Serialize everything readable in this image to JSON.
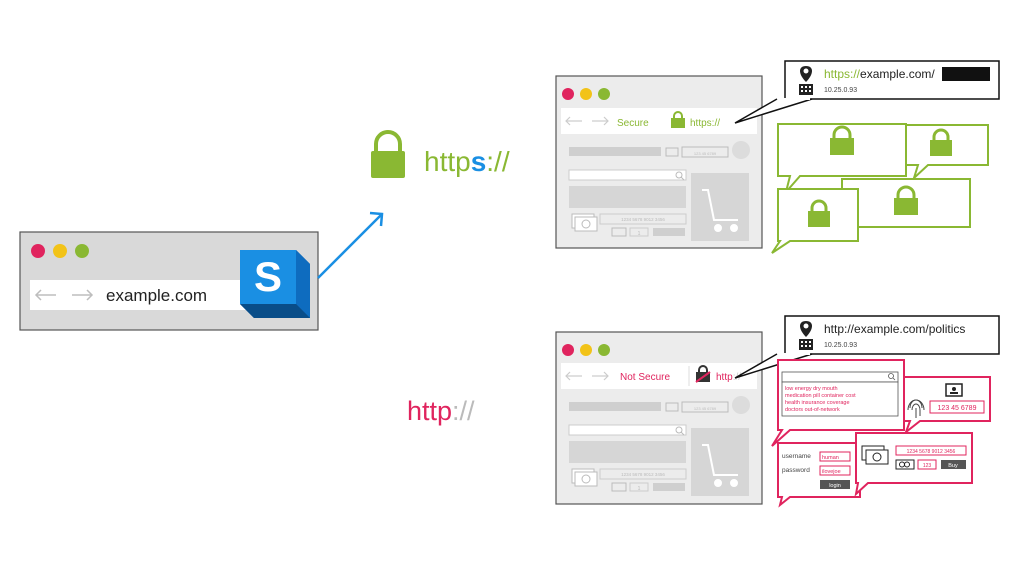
{
  "colors": {
    "green": "#8ab833",
    "red": "#e0245e",
    "blue": "#1a8fe3",
    "gray_frame": "#cfcfcf",
    "dark": "#2b2b2b"
  },
  "left_browser": {
    "url": "example.com",
    "logo_letter": "S",
    "icon_names": [
      "back-arrow-icon",
      "forward-arrow-icon",
      "cube-logo-icon"
    ]
  },
  "https_label": {
    "prefix": "http",
    "s": "s",
    "suffix": "://"
  },
  "http_label": {
    "prefix": "http",
    "suffix": "://"
  },
  "secure_browser": {
    "status": "Secure",
    "scheme": "https://",
    "card_number": "1234 5678 9012 3456",
    "phone": "123 45 6789",
    "qty": "1",
    "icon_names": [
      "lock-icon",
      "cart-icon",
      "money-icon",
      "search-icon"
    ]
  },
  "secure_tooltip": {
    "scheme": "https://",
    "host": "example.com/",
    "ip": "10.25.0.93",
    "icon_names": [
      "location-pin-icon",
      "building-icon"
    ]
  },
  "insecure_browser": {
    "status": "Not Secure",
    "scheme": "http",
    "scheme_tail": "://",
    "card_number": "1234 5678 9012 3456",
    "phone": "123 45 6789",
    "qty": "1",
    "icon_names": [
      "broken-lock-icon",
      "cart-icon",
      "money-icon",
      "search-icon"
    ]
  },
  "insecure_tooltip": {
    "url": "http://example.com/politics",
    "ip": "10.25.0.93",
    "icon_names": [
      "location-pin-icon",
      "building-icon"
    ]
  },
  "leaked": {
    "searches": [
      "low energy dry mouth",
      "medication pill container cost",
      "health insurance coverage",
      "doctors out-of-network"
    ],
    "ssn": "123 45 6789",
    "username_label": "username",
    "username_value": "human",
    "password_label": "password",
    "password_value": "ilovejoe",
    "login_label": "login",
    "card_number": "1234 5678 9012 3456",
    "qty": "123",
    "buy_label": "Buy",
    "icon_names": [
      "fingerprint-icon",
      "id-card-icon",
      "money-icon",
      "card-icon",
      "search-icon"
    ]
  }
}
